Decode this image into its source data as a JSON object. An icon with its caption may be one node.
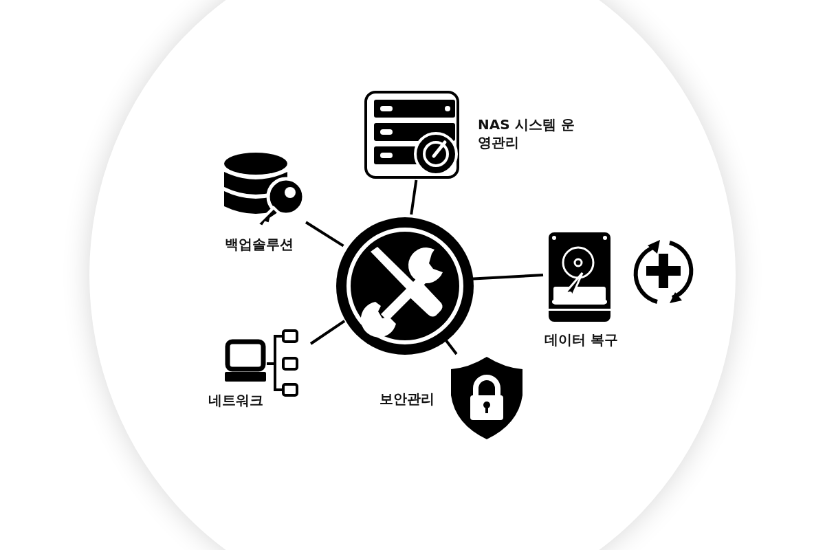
{
  "diagram": {
    "nodes": [
      {
        "text": [],
        "shape": "picture"
      },
      {
        "text": [
          "NAS 시스템 운영관리"
        ]
      },
      {
        "text": [
          "백업솔루션"
        ]
      },
      {
        "text": [
          "데이터 복구"
        ]
      },
      {
        "text": [
          "보안관리"
        ]
      },
      {
        "text": [
          "네트워크"
        ]
      }
    ],
    "edges": [
      {
        "from": 0,
        "to": 1,
        "arrow": "none"
      },
      {
        "from": 0,
        "to": 2,
        "arrow": "none"
      },
      {
        "from": 0,
        "to": 3,
        "arrow": "none"
      },
      {
        "from": 0,
        "to": 4,
        "arrow": "none"
      },
      {
        "from": 0,
        "to": 5,
        "arrow": "none"
      }
    ]
  }
}
